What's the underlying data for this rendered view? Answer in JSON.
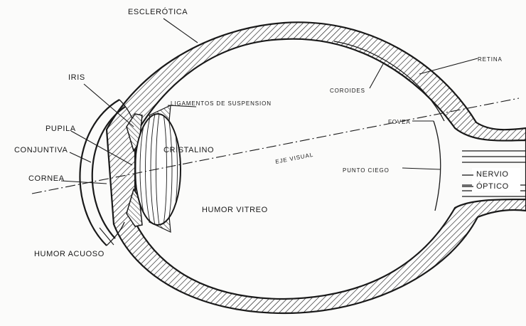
{
  "labels": {
    "esclerotica": "ESCLERÓTICA",
    "iris": "IRIS",
    "ligamentos": "LIGAMENTOS DE SUSPENSION",
    "pupila": "PUPILA",
    "conjuntiva": "CONJUNTIVA",
    "cornea": "CORNEA",
    "cristalino": "CRISTALINO",
    "eje_visual": "EJE VISUAL",
    "fovea": "FOVEA",
    "punto_ciego": "PUNTO CIEGO",
    "humor_vitreo": "HUMOR VITREO",
    "humor_acuoso": "HUMOR ACUOSO",
    "coroides": "COROIDES",
    "retina": "RETINA",
    "nervio": "NERVIO",
    "optico": "ÓPTICO"
  }
}
